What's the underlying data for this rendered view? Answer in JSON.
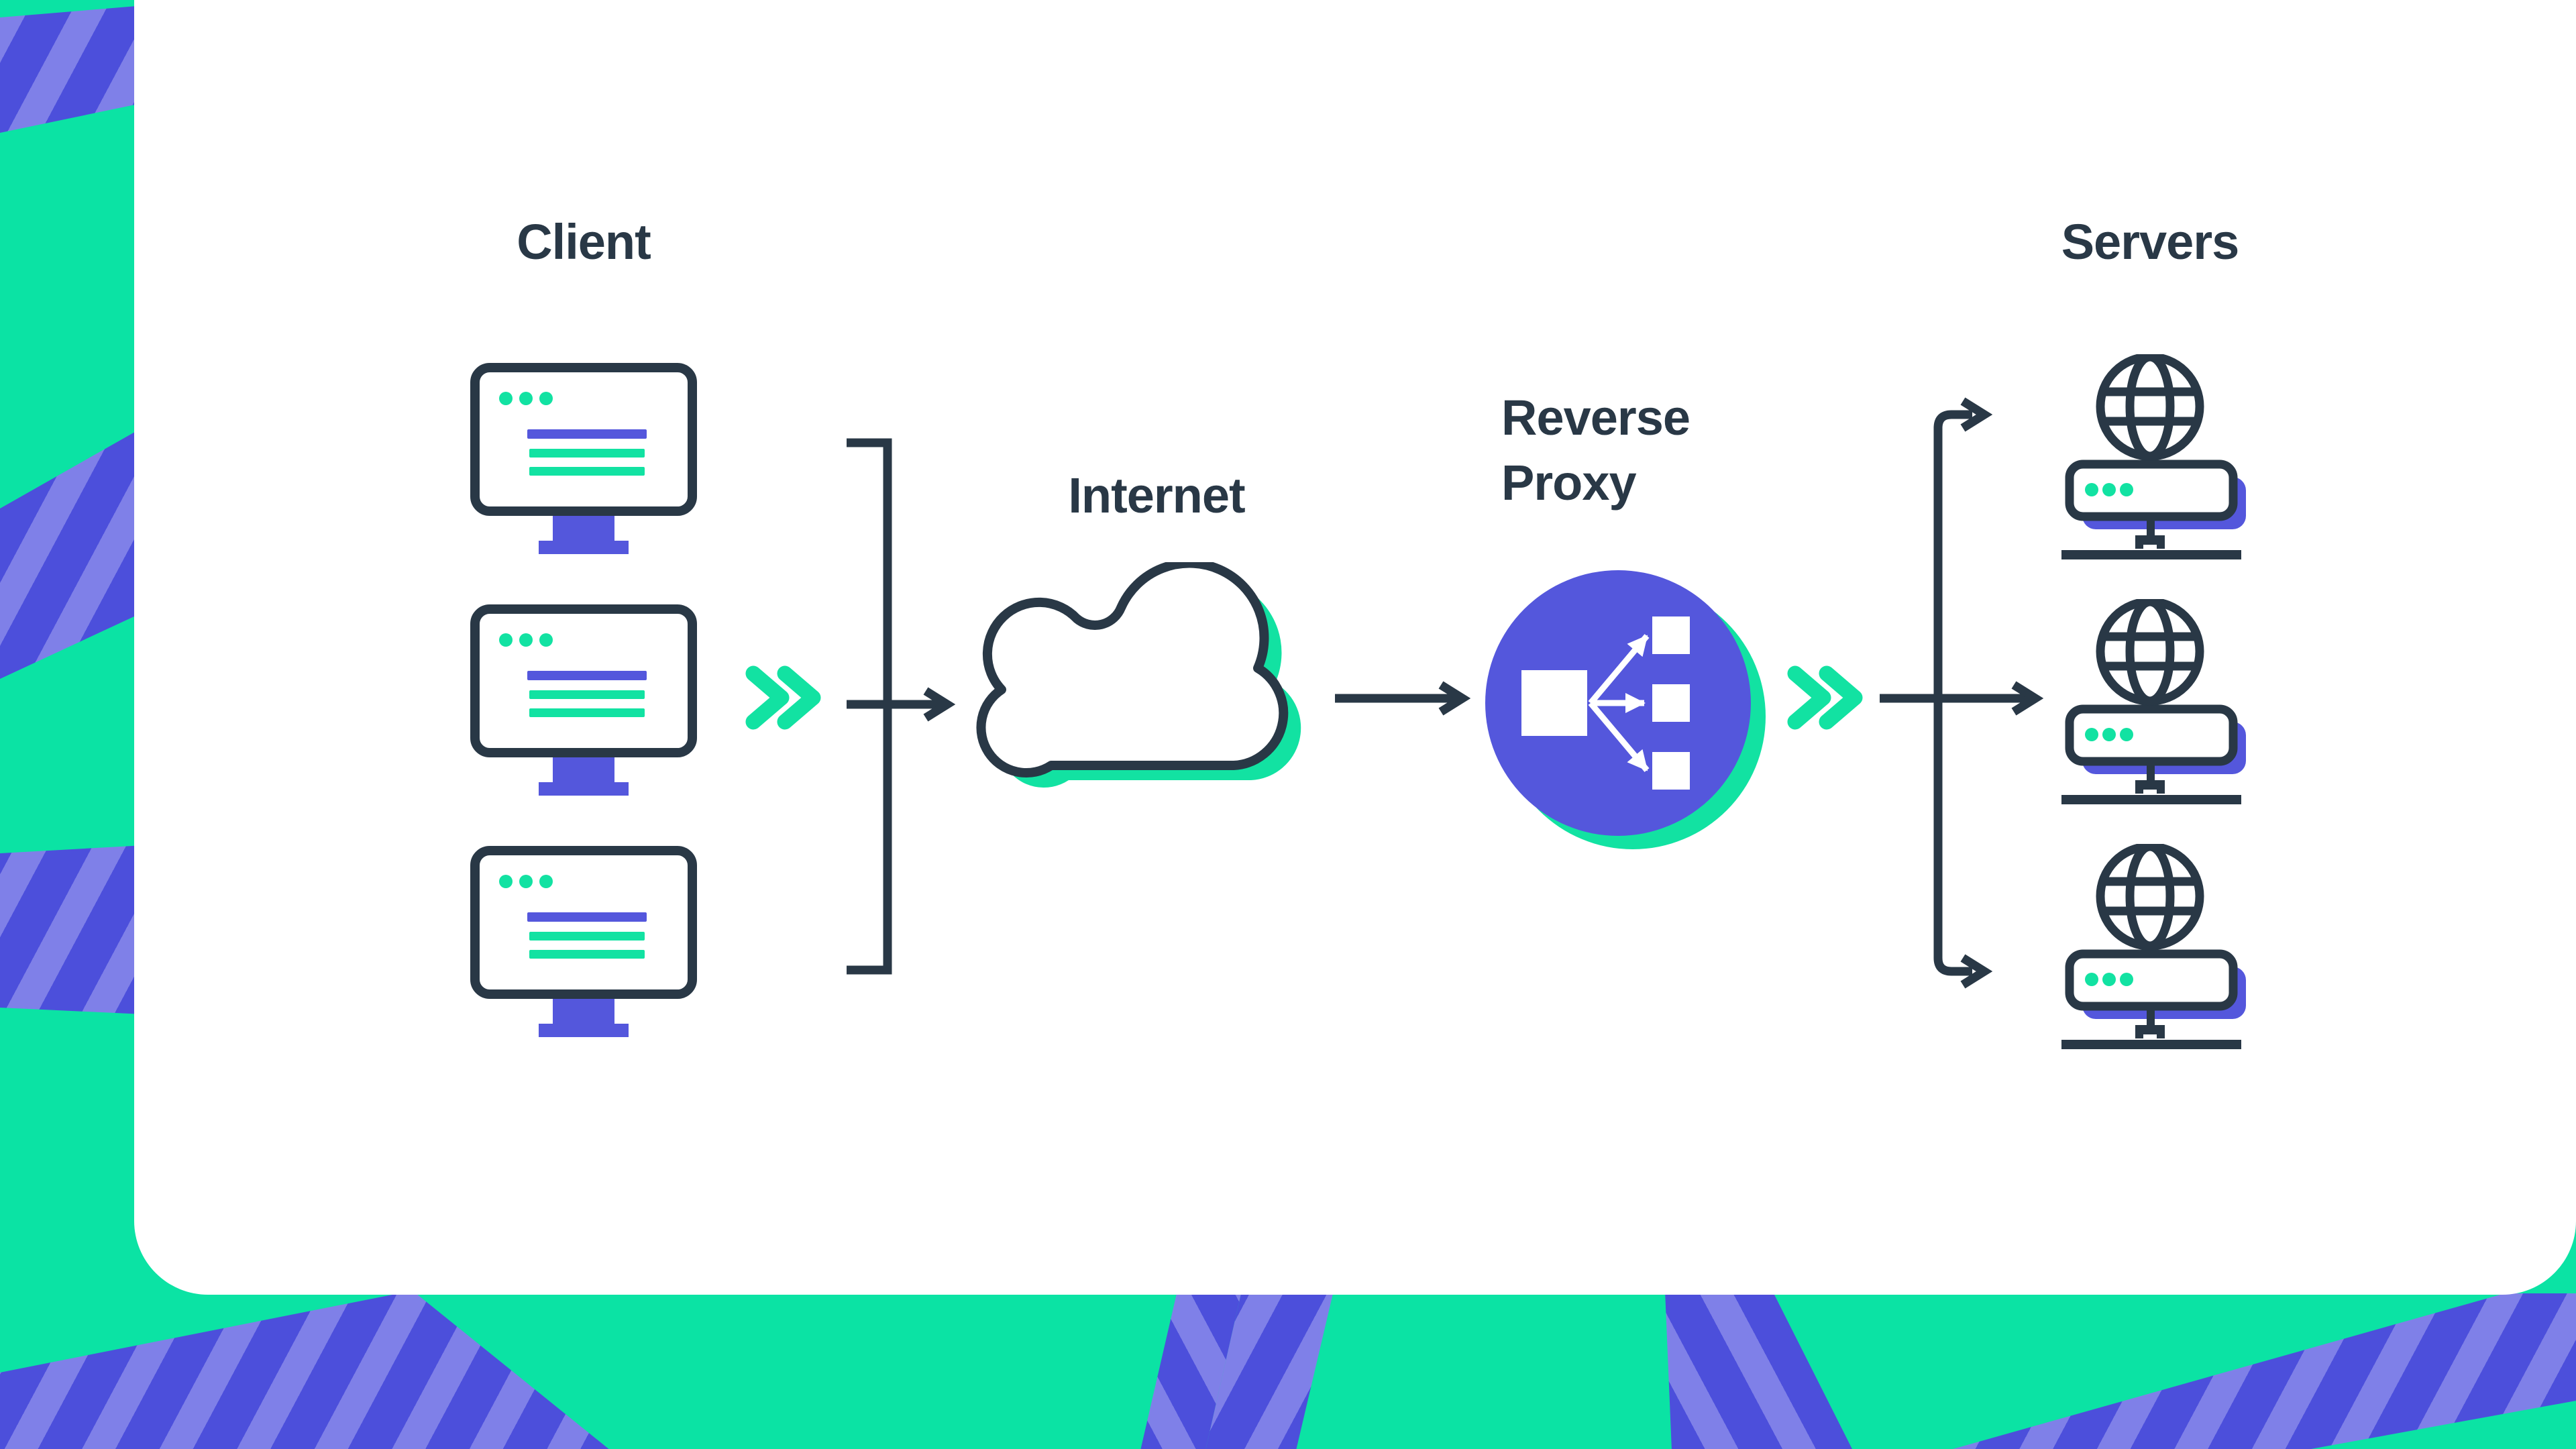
{
  "page": {
    "type": "architecture-diagram",
    "topic": "Reverse Proxy"
  },
  "labels": {
    "client": "Client",
    "internet": "Internet",
    "reverse_proxy": "Reverse Proxy",
    "servers": "Servers"
  },
  "flow": [
    "Client",
    "Internet",
    "Reverse Proxy",
    "Servers"
  ],
  "counts": {
    "client_monitors": 3,
    "servers": 3
  },
  "colors": {
    "background_green": "#0BE3A4",
    "stripe_purple_light": "#7F80E8",
    "stripe_purple_dark": "#4C4FDB",
    "card_white": "#FFFFFF",
    "line_navy": "#293846",
    "accent_green": "#12E2A2",
    "accent_purple": "#5457DC"
  }
}
